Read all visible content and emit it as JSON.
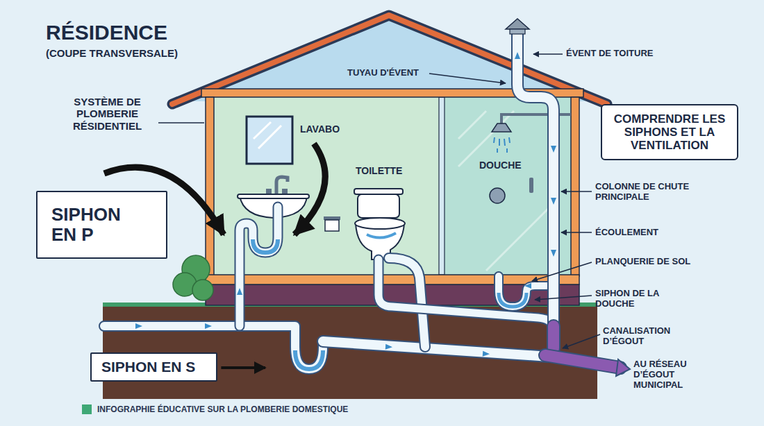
{
  "diagram": {
    "title": "RÉSIDENCE",
    "nodes": [
      {
        "text": [
          "COMPRENDRE LES SIPHONS ET LA VENTILATION"
        ]
      },
      {
        "text": [
          "SIPHON EN P"
        ]
      },
      {
        "text": [
          "SIPHON EN S"
        ]
      }
    ],
    "labels": [
      "(COUPE TRANSVERSALE)",
      "SYSTÈME DE PLOMBERIE RÉSIDENTIEL",
      "LAVABO",
      "TOILETTE",
      "DOUCHE",
      "TUYAU D'ÉVENT",
      "ÉVENT DE TOITURE",
      "COLONNE DE CHUTE PRINCIPALE",
      "ÉCOULEMENT",
      "PLANQUERIE DE SOL",
      "SIPHON DE LA DOUCHE",
      "CANALISATION D’ÉGOUT",
      "AU RÉSEAU D’ÉGOUT MUNICIPAL"
    ],
    "legend": [
      {
        "text": "INFOGRAPHIE ÉDUCATIVE SUR LA PLOMBERIE DOMESTIQUE",
        "color": "#3fa876"
      }
    ]
  }
}
